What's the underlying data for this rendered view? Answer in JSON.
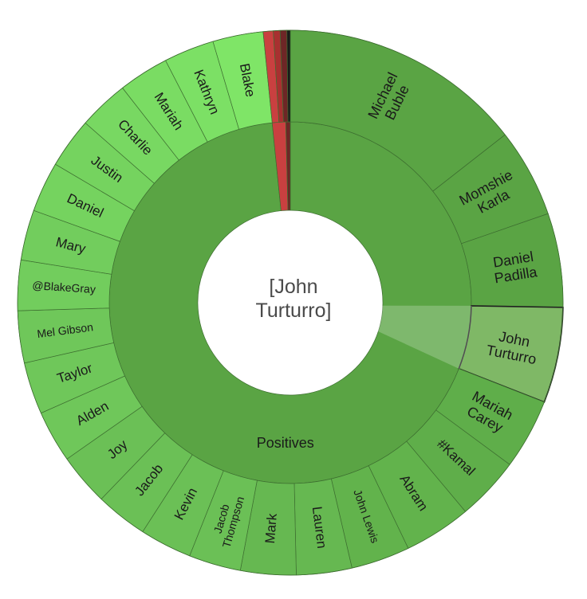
{
  "chart_data": {
    "type": "sunburst",
    "center_label": "[John Turturro]",
    "inner_ring": [
      {
        "name": "Positives",
        "value": 98.4,
        "color": "#5aa444"
      },
      {
        "name": "",
        "value": 1.2,
        "color": "#c94040"
      },
      {
        "name": "",
        "value": 0.4,
        "color": "#6e2626"
      }
    ],
    "outer_ring": [
      {
        "name": "Michael Buble",
        "value": 14.5,
        "color": "#5aa444"
      },
      {
        "name": "Momshie Karla",
        "value": 5.3,
        "color": "#5aa444"
      },
      {
        "name": "Daniel Padilla",
        "value": 5.6,
        "color": "#5aa444"
      },
      {
        "name": "John Turturro",
        "value": 5.7,
        "color": "#7fb866",
        "highlight": true
      },
      {
        "name": "Mariah Carey",
        "value": 4.2,
        "color": "#5fae4a"
      },
      {
        "name": "#Kamal",
        "value": 3.8,
        "color": "#5fae4a"
      },
      {
        "name": "Abram",
        "value": 4.0,
        "color": "#62b34c"
      },
      {
        "name": "John Lewis",
        "value": 3.5,
        "color": "#62b34c"
      },
      {
        "name": "Lauren",
        "value": 3.3,
        "color": "#66b851"
      },
      {
        "name": "Mark",
        "value": 3.3,
        "color": "#66b851"
      },
      {
        "name": "Jacob Thompson",
        "value": 3.1,
        "color": "#6bc056"
      },
      {
        "name": "Kevin",
        "value": 3.1,
        "color": "#6bc056"
      },
      {
        "name": "Jacob",
        "value": 3.1,
        "color": "#6bc056"
      },
      {
        "name": "Joy",
        "value": 3.1,
        "color": "#6bc056"
      },
      {
        "name": "Alden",
        "value": 3.1,
        "color": "#6fc75a"
      },
      {
        "name": "Taylor",
        "value": 3.1,
        "color": "#6fc75a"
      },
      {
        "name": "Mel Gibson",
        "value": 3.1,
        "color": "#6fc75a"
      },
      {
        "name": "@BlakeGray",
        "value": 3.0,
        "color": "#72cd5d"
      },
      {
        "name": "Mary",
        "value": 3.0,
        "color": "#72cd5d"
      },
      {
        "name": "Daniel",
        "value": 3.0,
        "color": "#75d35f"
      },
      {
        "name": "Justin",
        "value": 3.0,
        "color": "#75d35f"
      },
      {
        "name": "Charlie",
        "value": 3.0,
        "color": "#78d862"
      },
      {
        "name": "Mariah",
        "value": 3.0,
        "color": "#7adc63"
      },
      {
        "name": "Kathryn",
        "value": 3.0,
        "color": "#7ce065"
      },
      {
        "name": "Blake",
        "value": 3.0,
        "color": "#7fe567"
      },
      {
        "name": "",
        "value": 0.6,
        "color": "#c94040"
      },
      {
        "name": "",
        "value": 0.4,
        "color": "#a83030"
      },
      {
        "name": "",
        "value": 0.4,
        "color": "#6e2626"
      },
      {
        "name": "",
        "value": 0.2,
        "color": "#1a1a1a"
      }
    ]
  }
}
